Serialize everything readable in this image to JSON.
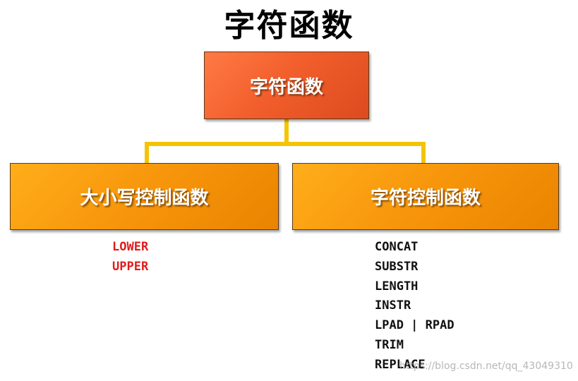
{
  "title": "字符函数",
  "root": {
    "label": "字符函数"
  },
  "children": [
    {
      "label": "大小写控制函数",
      "functions": [
        "LOWER",
        "UPPER"
      ],
      "color": "#e01b1b"
    },
    {
      "label": "字符控制函数",
      "functions": [
        "CONCAT",
        "SUBSTR",
        "LENGTH",
        "INSTR",
        "LPAD | RPAD",
        "TRIM",
        "REPLACE"
      ],
      "color": "#111111"
    }
  ],
  "colors": {
    "root_fill": "#f25f2c",
    "child_fill": "#f7950b",
    "connector": "#f5c400"
  },
  "watermark": "https://blog.csdn.net/qq_43049310"
}
